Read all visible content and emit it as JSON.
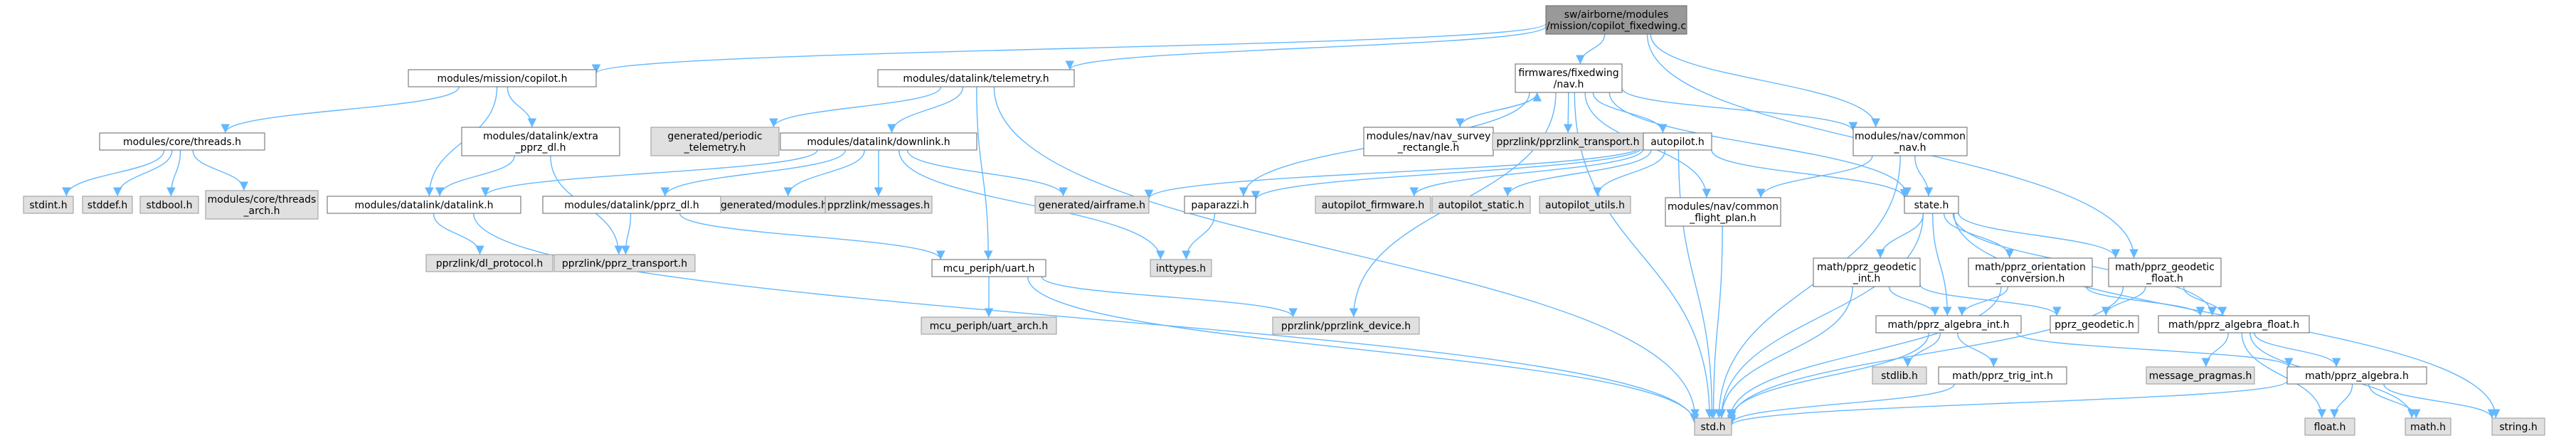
{
  "diagram": {
    "colors": {
      "edge": "#63b8ff",
      "node_source_fill": "#999999",
      "node_documented_fill": "#ffffff",
      "node_external_fill": "#e0e0e0",
      "node_border": "#666666"
    },
    "nodes": [
      {
        "id": "copilot_fixedwing_c",
        "kind": "source",
        "lines": [
          "sw/airborne/modules",
          "/mission/copilot_fixedwing.c"
        ]
      },
      {
        "id": "copilot_h",
        "kind": "documented",
        "lines": [
          "modules/mission/copilot.h"
        ]
      },
      {
        "id": "telemetry_h",
        "kind": "documented",
        "lines": [
          "modules/datalink/telemetry.h"
        ]
      },
      {
        "id": "fixedwing_nav_h",
        "kind": "documented",
        "lines": [
          "firmwares/fixedwing",
          "/nav.h"
        ]
      },
      {
        "id": "core_threads_h",
        "kind": "documented",
        "lines": [
          "modules/core/threads.h"
        ]
      },
      {
        "id": "extra_pprz_dl_h",
        "kind": "documented",
        "lines": [
          "modules/datalink/extra",
          "_pprz_dl.h"
        ]
      },
      {
        "id": "periodic_telemetry_h",
        "kind": "external",
        "lines": [
          "generated/periodic",
          "_telemetry.h"
        ]
      },
      {
        "id": "downlink_h",
        "kind": "documented",
        "lines": [
          "modules/datalink/downlink.h"
        ]
      },
      {
        "id": "nav_survey_rectangle_h",
        "kind": "documented",
        "lines": [
          "modules/nav/nav_survey",
          "_rectangle.h"
        ]
      },
      {
        "id": "pprzlink_transport_h",
        "kind": "external",
        "lines": [
          "pprzlink/pprzlink_transport.h"
        ]
      },
      {
        "id": "autopilot_h",
        "kind": "documented",
        "lines": [
          "autopilot.h"
        ]
      },
      {
        "id": "nav_common_nav_h",
        "kind": "documented",
        "lines": [
          "modules/nav/common",
          "_nav.h"
        ]
      },
      {
        "id": "stdint_h",
        "kind": "external",
        "lines": [
          "stdint.h"
        ]
      },
      {
        "id": "stddef_h",
        "kind": "external",
        "lines": [
          "stddef.h"
        ]
      },
      {
        "id": "stdbool_h",
        "kind": "external",
        "lines": [
          "stdbool.h"
        ]
      },
      {
        "id": "threads_arch_h",
        "kind": "external",
        "lines": [
          "modules/core/threads",
          "_arch.h"
        ]
      },
      {
        "id": "datalink_h",
        "kind": "documented",
        "lines": [
          "modules/datalink/datalink.h"
        ]
      },
      {
        "id": "pprz_dl_h",
        "kind": "documented",
        "lines": [
          "modules/datalink/pprz_dl.h"
        ]
      },
      {
        "id": "generated_modules_h",
        "kind": "external",
        "lines": [
          "generated/modules.h"
        ]
      },
      {
        "id": "pprzlink_messages_h",
        "kind": "external",
        "lines": [
          "pprzlink/messages.h"
        ]
      },
      {
        "id": "generated_airframe_h",
        "kind": "external",
        "lines": [
          "generated/airframe.h"
        ]
      },
      {
        "id": "paparazzi_h",
        "kind": "documented",
        "lines": [
          "paparazzi.h"
        ]
      },
      {
        "id": "autopilot_firmware_h",
        "kind": "external",
        "lines": [
          "autopilot_firmware.h"
        ]
      },
      {
        "id": "autopilot_static_h",
        "kind": "external",
        "lines": [
          "autopilot_static.h"
        ]
      },
      {
        "id": "autopilot_utils_h",
        "kind": "external",
        "lines": [
          "autopilot_utils.h"
        ]
      },
      {
        "id": "state_h",
        "kind": "documented",
        "lines": [
          "state.h"
        ]
      },
      {
        "id": "common_flight_plan_h",
        "kind": "documented",
        "lines": [
          "modules/nav/common",
          "_flight_plan.h"
        ]
      },
      {
        "id": "dl_protocol_h",
        "kind": "external",
        "lines": [
          "pprzlink/dl_protocol.h"
        ]
      },
      {
        "id": "pprz_transport_h",
        "kind": "external",
        "lines": [
          "pprzlink/pprz_transport.h"
        ]
      },
      {
        "id": "inttypes_h",
        "kind": "external",
        "lines": [
          "inttypes.h"
        ]
      },
      {
        "id": "geodetic_int_h",
        "kind": "documented",
        "lines": [
          "math/pprz_geodetic",
          "_int.h"
        ]
      },
      {
        "id": "orientation_conversion_h",
        "kind": "documented",
        "lines": [
          "math/pprz_orientation",
          "_conversion.h"
        ]
      },
      {
        "id": "geodetic_float_h",
        "kind": "documented",
        "lines": [
          "math/pprz_geodetic",
          "_float.h"
        ]
      },
      {
        "id": "uart_h",
        "kind": "documented",
        "lines": [
          "mcu_periph/uart.h"
        ]
      },
      {
        "id": "pprz_geodetic_h",
        "kind": "documented",
        "lines": [
          "pprz_geodetic.h"
        ]
      },
      {
        "id": "algebra_int_h",
        "kind": "documented",
        "lines": [
          "math/pprz_algebra_int.h"
        ]
      },
      {
        "id": "algebra_float_h",
        "kind": "documented",
        "lines": [
          "math/pprz_algebra_float.h"
        ]
      },
      {
        "id": "uart_arch_h",
        "kind": "external",
        "lines": [
          "mcu_periph/uart_arch.h"
        ]
      },
      {
        "id": "pprzlink_device_h",
        "kind": "external",
        "lines": [
          "pprzlink/pprzlink_device.h"
        ]
      },
      {
        "id": "stdlib_h",
        "kind": "external",
        "lines": [
          "stdlib.h"
        ]
      },
      {
        "id": "message_pragmas_h",
        "kind": "external",
        "lines": [
          "message_pragmas.h"
        ]
      },
      {
        "id": "trig_int_h",
        "kind": "documented",
        "lines": [
          "math/pprz_trig_int.h"
        ]
      },
      {
        "id": "algebra_h",
        "kind": "documented",
        "lines": [
          "math/pprz_algebra.h"
        ]
      },
      {
        "id": "std_h",
        "kind": "external",
        "lines": [
          "std.h"
        ]
      },
      {
        "id": "float_h",
        "kind": "external",
        "lines": [
          "float.h"
        ]
      },
      {
        "id": "math_h",
        "kind": "external",
        "lines": [
          "math.h"
        ]
      },
      {
        "id": "string_h",
        "kind": "external",
        "lines": [
          "string.h"
        ]
      }
    ],
    "edges": [
      [
        "copilot_fixedwing_c",
        "copilot_h"
      ],
      [
        "copilot_fixedwing_c",
        "telemetry_h"
      ],
      [
        "copilot_fixedwing_c",
        "fixedwing_nav_h"
      ],
      [
        "copilot_fixedwing_c",
        "nav_common_nav_h"
      ],
      [
        "copilot_fixedwing_c",
        "geodetic_float_h"
      ],
      [
        "copilot_h",
        "core_threads_h"
      ],
      [
        "copilot_h",
        "extra_pprz_dl_h"
      ],
      [
        "copilot_h",
        "datalink_h"
      ],
      [
        "core_threads_h",
        "stdint_h"
      ],
      [
        "core_threads_h",
        "stddef_h"
      ],
      [
        "core_threads_h",
        "stdbool_h"
      ],
      [
        "core_threads_h",
        "threads_arch_h"
      ],
      [
        "extra_pprz_dl_h",
        "datalink_h"
      ],
      [
        "extra_pprz_dl_h",
        "pprz_transport_h"
      ],
      [
        "datalink_h",
        "dl_protocol_h"
      ],
      [
        "datalink_h",
        "std_h"
      ],
      [
        "telemetry_h",
        "periodic_telemetry_h"
      ],
      [
        "telemetry_h",
        "downlink_h"
      ],
      [
        "telemetry_h",
        "uart_h"
      ],
      [
        "telemetry_h",
        "std_h"
      ],
      [
        "downlink_h",
        "datalink_h"
      ],
      [
        "downlink_h",
        "pprz_dl_h"
      ],
      [
        "downlink_h",
        "generated_modules_h"
      ],
      [
        "downlink_h",
        "pprzlink_messages_h"
      ],
      [
        "downlink_h",
        "generated_airframe_h"
      ],
      [
        "downlink_h",
        "inttypes_h"
      ],
      [
        "pprz_dl_h",
        "pprz_transport_h"
      ],
      [
        "pprz_dl_h",
        "uart_h"
      ],
      [
        "uart_h",
        "uart_arch_h"
      ],
      [
        "uart_h",
        "pprzlink_device_h"
      ],
      [
        "uart_h",
        "std_h"
      ],
      [
        "fixedwing_nav_h",
        "nav_survey_rectangle_h"
      ],
      [
        "nav_survey_rectangle_h",
        "fixedwing_nav_h"
      ],
      [
        "fixedwing_nav_h",
        "pprzlink_transport_h"
      ],
      [
        "fixedwing_nav_h",
        "autopilot_h"
      ],
      [
        "fixedwing_nav_h",
        "nav_common_nav_h"
      ],
      [
        "fixedwing_nav_h",
        "paparazzi_h"
      ],
      [
        "fixedwing_nav_h",
        "state_h"
      ],
      [
        "fixedwing_nav_h",
        "common_flight_plan_h"
      ],
      [
        "fixedwing_nav_h",
        "pprzlink_device_h"
      ],
      [
        "fixedwing_nav_h",
        "std_h"
      ],
      [
        "autopilot_h",
        "generated_airframe_h"
      ],
      [
        "autopilot_h",
        "paparazzi_h"
      ],
      [
        "autopilot_h",
        "autopilot_firmware_h"
      ],
      [
        "autopilot_h",
        "autopilot_static_h"
      ],
      [
        "autopilot_h",
        "autopilot_utils_h"
      ],
      [
        "autopilot_h",
        "state_h"
      ],
      [
        "autopilot_h",
        "std_h"
      ],
      [
        "nav_common_nav_h",
        "common_flight_plan_h"
      ],
      [
        "nav_common_nav_h",
        "state_h"
      ],
      [
        "nav_common_nav_h",
        "std_h"
      ],
      [
        "paparazzi_h",
        "inttypes_h"
      ],
      [
        "common_flight_plan_h",
        "std_h"
      ],
      [
        "state_h",
        "geodetic_int_h"
      ],
      [
        "state_h",
        "orientation_conversion_h"
      ],
      [
        "state_h",
        "geodetic_float_h"
      ],
      [
        "state_h",
        "algebra_int_h"
      ],
      [
        "state_h",
        "algebra_float_h"
      ],
      [
        "state_h",
        "std_h"
      ],
      [
        "state_h",
        "string_h"
      ],
      [
        "geodetic_int_h",
        "pprz_geodetic_h"
      ],
      [
        "geodetic_int_h",
        "algebra_int_h"
      ],
      [
        "geodetic_int_h",
        "std_h"
      ],
      [
        "orientation_conversion_h",
        "algebra_int_h"
      ],
      [
        "orientation_conversion_h",
        "algebra_float_h"
      ],
      [
        "orientation_conversion_h",
        "std_h"
      ],
      [
        "geodetic_float_h",
        "pprz_geodetic_h"
      ],
      [
        "geodetic_float_h",
        "algebra_float_h"
      ],
      [
        "geodetic_float_h",
        "std_h"
      ],
      [
        "algebra_int_h",
        "stdlib_h"
      ],
      [
        "algebra_int_h",
        "trig_int_h"
      ],
      [
        "algebra_int_h",
        "algebra_h"
      ],
      [
        "algebra_int_h",
        "std_h"
      ],
      [
        "trig_int_h",
        "std_h"
      ],
      [
        "algebra_float_h",
        "message_pragmas_h"
      ],
      [
        "algebra_float_h",
        "algebra_h"
      ],
      [
        "algebra_float_h",
        "float_h"
      ],
      [
        "algebra_float_h",
        "math_h"
      ],
      [
        "algebra_h",
        "std_h"
      ],
      [
        "algebra_h",
        "float_h"
      ],
      [
        "algebra_h",
        "math_h"
      ],
      [
        "algebra_h",
        "string_h"
      ]
    ]
  }
}
